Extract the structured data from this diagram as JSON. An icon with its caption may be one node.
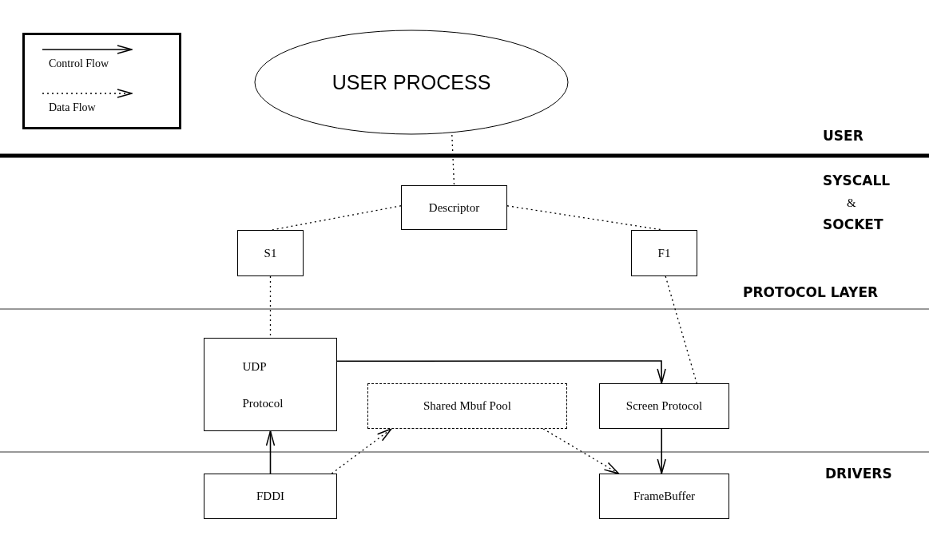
{
  "diagram": {
    "nodes": [
      {
        "text": [
          "USER PROCESS"
        ]
      },
      {
        "text": [
          "Descriptor"
        ]
      },
      {
        "text": [
          "S1"
        ]
      },
      {
        "text": [
          "F1"
        ]
      },
      {
        "text": [
          "UDP Protocol"
        ]
      },
      {
        "text": [
          "Shared Mbuf Pool"
        ]
      },
      {
        "text": [
          "Screen Protocol"
        ]
      },
      {
        "text": [
          "FDDI"
        ]
      },
      {
        "text": [
          "FrameBuffer"
        ]
      }
    ],
    "edges": [
      {
        "from": 0,
        "to": 1,
        "arrow": "none",
        "style": "dashed"
      },
      {
        "from": 1,
        "to": 2,
        "arrow": "none",
        "style": "dashed"
      },
      {
        "from": 1,
        "to": 3,
        "arrow": "none",
        "style": "dashed"
      },
      {
        "from": 2,
        "to": 4,
        "arrow": "none",
        "style": "dashed"
      },
      {
        "from": 3,
        "to": 6,
        "arrow": "none",
        "style": "dashed"
      },
      {
        "from": 4,
        "to": 6,
        "arrow": "to"
      },
      {
        "from": 7,
        "to": 4,
        "arrow": "to"
      },
      {
        "from": 6,
        "to": 8,
        "arrow": "to"
      },
      {
        "from": 7,
        "to": 5,
        "arrow": "to",
        "style": "dashed"
      },
      {
        "from": 5,
        "to": 8,
        "arrow": "to",
        "style": "dashed"
      }
    ],
    "labels": [
      "USER",
      "SYSCALL",
      "&",
      "SOCKET",
      "PROTOCOL LAYER",
      "DRIVERS"
    ],
    "legend": [
      {
        "text": "Control Flow"
      },
      {
        "text": "Data Flow"
      }
    ]
  }
}
